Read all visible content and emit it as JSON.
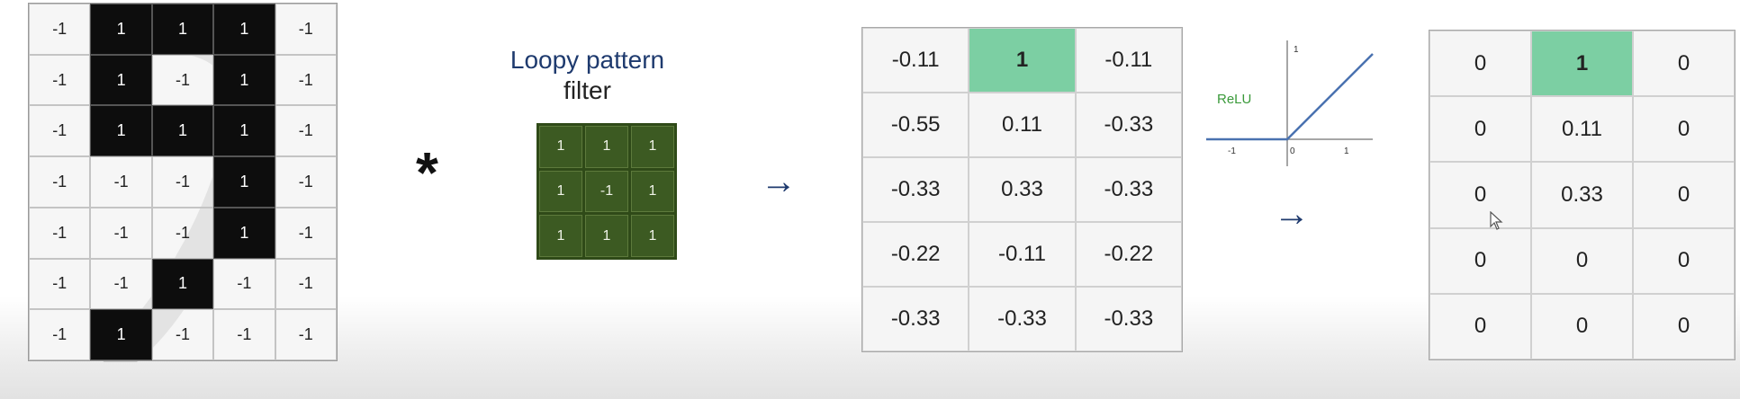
{
  "input_image": {
    "grid": [
      [
        "-1",
        "1",
        "1",
        "1",
        "-1"
      ],
      [
        "-1",
        "1",
        "-1",
        "1",
        "-1"
      ],
      [
        "-1",
        "1",
        "1",
        "1",
        "-1"
      ],
      [
        "-1",
        "-1",
        "-1",
        "1",
        "-1"
      ],
      [
        "-1",
        "-1",
        "-1",
        "1",
        "-1"
      ],
      [
        "-1",
        "-1",
        "1",
        "-1",
        "-1"
      ],
      [
        "-1",
        "1",
        "-1",
        "-1",
        "-1"
      ]
    ]
  },
  "operator": {
    "symbol": "*"
  },
  "filter": {
    "title_line1": "Loopy pattern",
    "title_line2": "filter",
    "grid": [
      [
        "1",
        "1",
        "1"
      ],
      [
        "1",
        "-1",
        "1"
      ],
      [
        "1",
        "1",
        "1"
      ]
    ]
  },
  "arrows": {
    "glyph": "→"
  },
  "feature_map": {
    "grid": [
      [
        "-0.11",
        "1",
        "-0.11"
      ],
      [
        "-0.55",
        "0.11",
        "-0.33"
      ],
      [
        "-0.33",
        "0.33",
        "-0.33"
      ],
      [
        "-0.22",
        "-0.11",
        "-0.22"
      ],
      [
        "-0.33",
        "-0.33",
        "-0.33"
      ]
    ],
    "highlight": [
      0,
      1
    ]
  },
  "relu_graph": {
    "label": "ReLU",
    "tick_x_neg": "-1",
    "tick_x_zero": "0",
    "tick_x_pos": "1",
    "tick_y_pos": "1"
  },
  "relu_output": {
    "grid": [
      [
        "0",
        "1",
        "0"
      ],
      [
        "0",
        "0.11",
        "0"
      ],
      [
        "0",
        "0.33",
        "0"
      ],
      [
        "0",
        "0",
        "0"
      ],
      [
        "0",
        "0",
        "0"
      ]
    ],
    "highlight": [
      0,
      1
    ]
  },
  "colors": {
    "on_cell": "#0d0d0d",
    "filter_cell": "#3c5a22",
    "highlight": "#7ccfa3",
    "arrow": "#1e3a6e",
    "relu_line": "#4a72b0",
    "relu_label": "#3a9a3a"
  }
}
